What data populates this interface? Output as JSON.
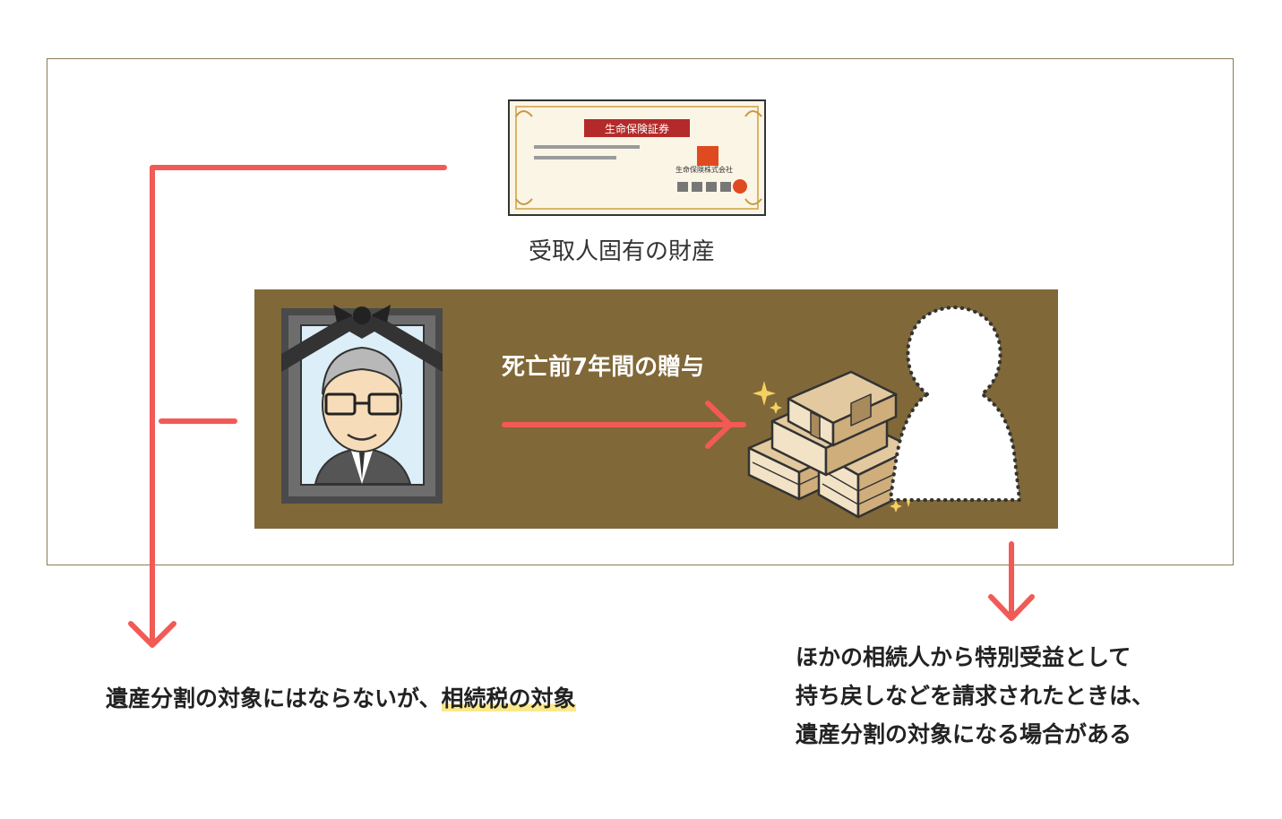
{
  "certificate": {
    "title": "生命保険証券",
    "company": "生命保険株式会社"
  },
  "labels": {
    "insurance_caption": "受取人固有の財産",
    "gift_caption": "死亡前7年間の贈与",
    "left_result_prefix": "遺産分割の対象にはならないが、",
    "left_result_highlight": "相続税の対象",
    "right_result_lines": [
      "ほかの相続人から特別受益として",
      "持ち戻しなどを請求されたときは、",
      "遺産分割の対象になる場合がある"
    ]
  },
  "colors": {
    "arrow": "#f25a55",
    "panel": "#806838",
    "frame_border": "#8b7a56",
    "highlight": "#fbe88a",
    "certificate_red": "#b42a2a"
  },
  "icons": [
    "life-insurance-certificate-icon",
    "memorial-portrait-icon",
    "money-stack-icon",
    "sparkle-icon",
    "heir-silhouette-icon"
  ]
}
